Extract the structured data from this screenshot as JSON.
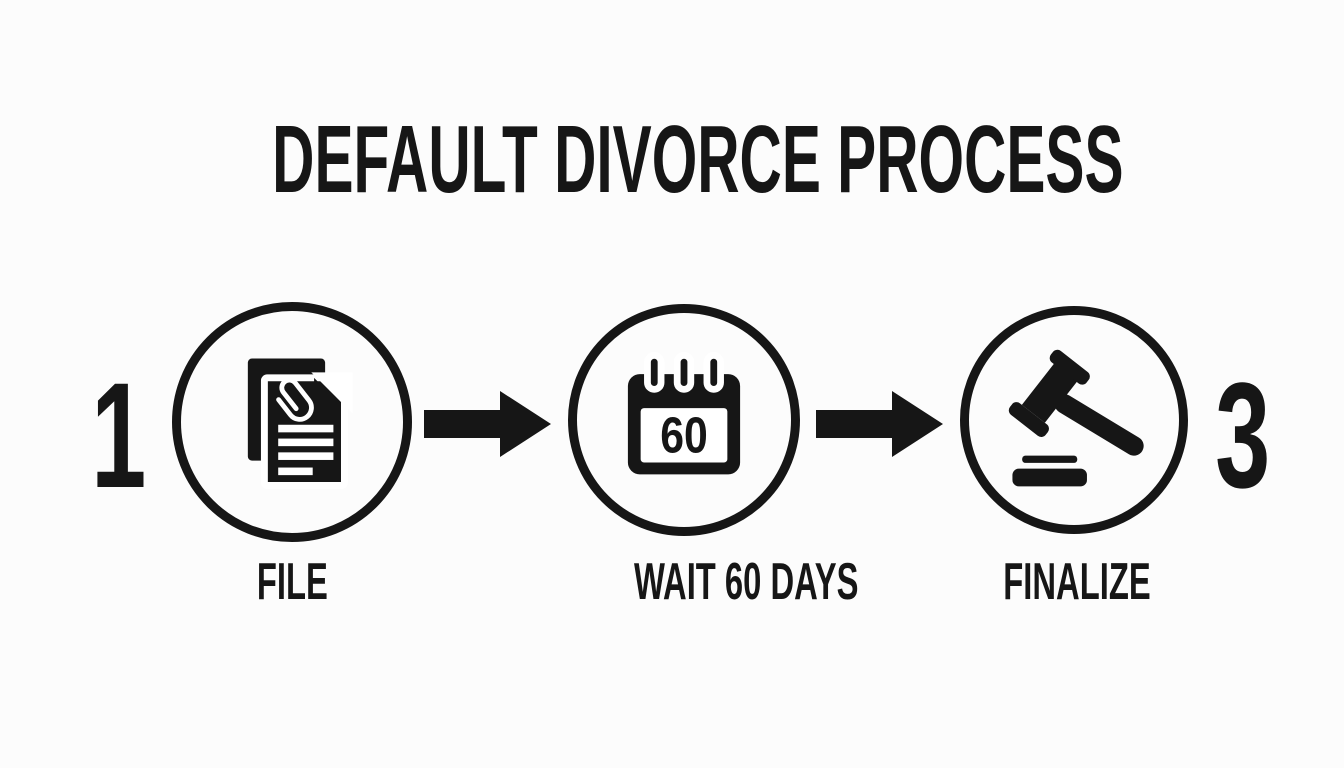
{
  "title": "DEFAULT DIVORCE PROCESS",
  "steps": [
    {
      "number": "1",
      "label": "FILE",
      "icon": "documents-icon"
    },
    {
      "label": "WAIT 60 DAYS",
      "icon": "calendar-icon",
      "calendar_value": "60"
    },
    {
      "number": "3",
      "label": "FINALIZE",
      "icon": "gavel-icon"
    }
  ],
  "colors": {
    "ink": "#161616",
    "background": "#fcfcfc"
  }
}
